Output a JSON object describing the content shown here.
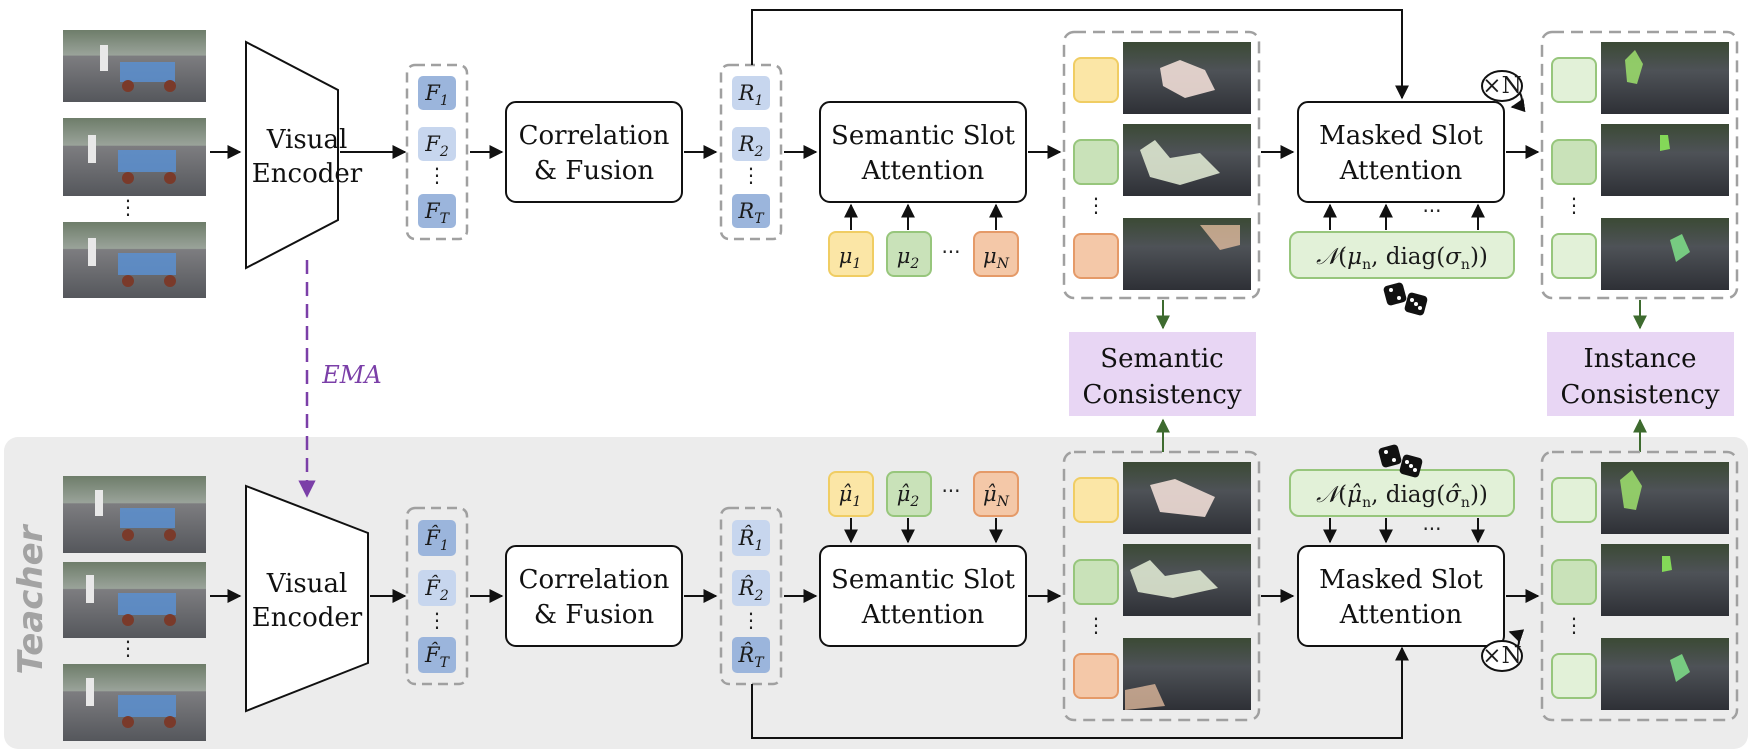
{
  "colors": {
    "feature_blue": "#9bb5dc",
    "feature_blue_light": "#c7d6ee",
    "yellow_slot": "#fbe6a6",
    "green_slot": "#c9e2b9",
    "green_slot_light": "#e2f1d8",
    "orange_slot": "#f4c8a8",
    "consistency_purple": "#e8d6f4",
    "ema_purple": "#7b3fa8",
    "feedback_arrow_green": "#3e6b2f",
    "teacher_bg": "#ececec"
  },
  "icons": {
    "frame_thumbnail": "video-frame-image",
    "dice": "dice-icon"
  },
  "student": {
    "encoder_label": "Visual Encoder",
    "features": [
      "F_1",
      "F_2",
      "F_T"
    ],
    "fusion_label": "Correlation & Fusion",
    "fused_features": [
      "R_1",
      "R_2",
      "R_T"
    ],
    "semantic_attention_label": "Semantic Slot Attention",
    "slot_priors": [
      "μ_1",
      "μ_2",
      "μ_N"
    ],
    "masked_attention_label": "Masked Slot Attention",
    "gaussian_label": "𝒩(μ_n, diag(σ_n))",
    "repeat_label": "×N"
  },
  "teacher": {
    "side_label": "Teacher",
    "encoder_label": "Visual Encoder",
    "features": [
      "F̂_1",
      "F̂_2",
      "F̂_T"
    ],
    "fusion_label": "Correlation & Fusion",
    "fused_features": [
      "R̂_1",
      "R̂_2",
      "R̂_T"
    ],
    "semantic_attention_label": "Semantic Slot Attention",
    "slot_priors": [
      "μ̂_1",
      "μ̂_2",
      "μ̂_N"
    ],
    "masked_attention_label": "Masked Slot Attention",
    "gaussian_label": "𝒩(μ̂_n, diag(σ̂_n))",
    "repeat_label": "×N"
  },
  "ema_label": "EMA",
  "losses": {
    "semantic": "Semantic Consistency",
    "instance": "Instance Consistency"
  }
}
